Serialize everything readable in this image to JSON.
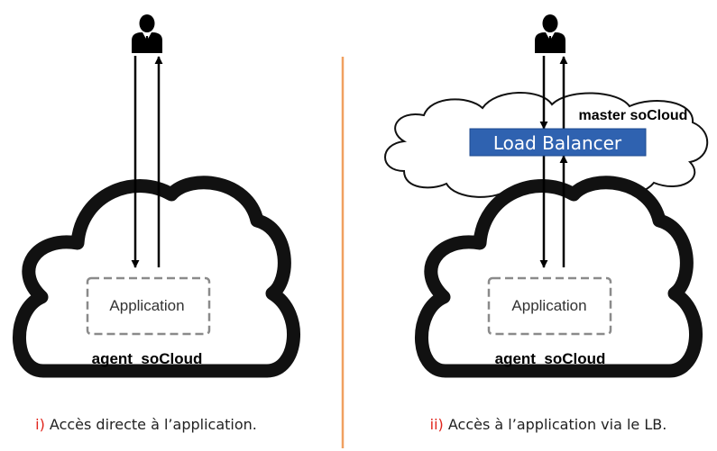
{
  "left": {
    "application_label": "Application",
    "cloud_label": "agent  soCloud",
    "caption_prefix": "i)",
    "caption_text": " Accès directe à l’application."
  },
  "right": {
    "application_label": "Application",
    "cloud_label": "agent  soCloud",
    "master_label": "master soCloud",
    "lb_label": "Load Balancer",
    "caption_prefix": "ii)",
    "caption_text": " Accès à l’application via le LB."
  },
  "colors": {
    "divider": "#F0A060",
    "caption_prefix": "#E0241B",
    "lb_fill": "#2F62B0",
    "cloud_stroke": "#111111",
    "dashed_box": "#8A8A8A"
  },
  "icons": {
    "user": "user-suit-icon"
  }
}
